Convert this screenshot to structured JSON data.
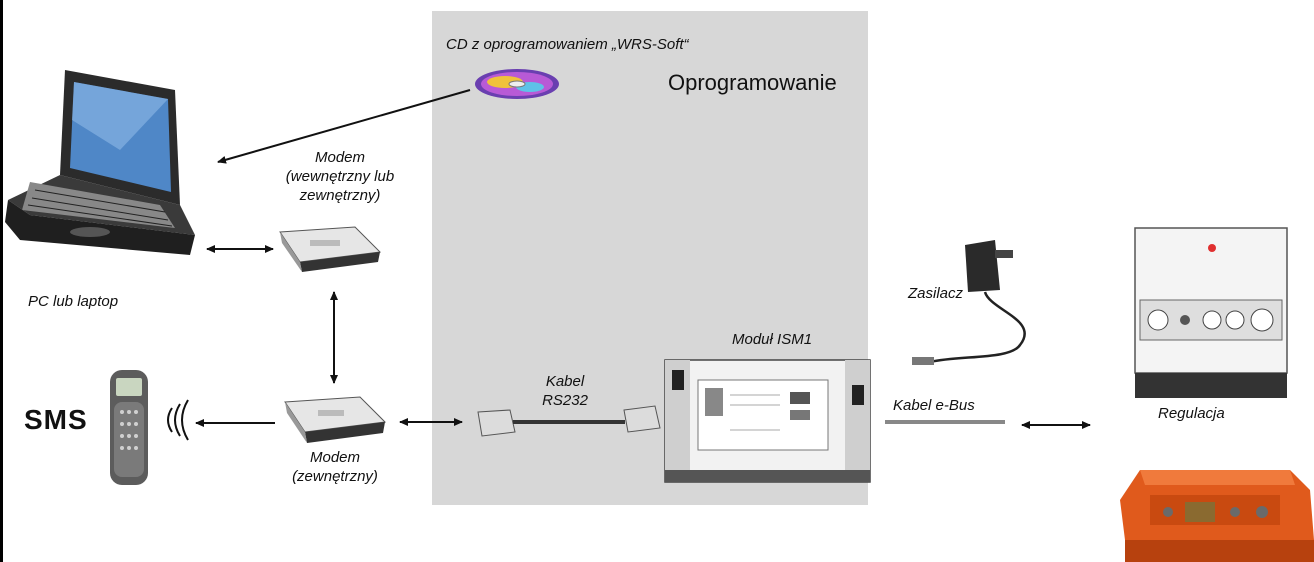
{
  "title": "Oprogramowanie",
  "labels": {
    "cd": "CD z oprogramowaniem „WRS-Soft“",
    "modem_internal": [
      "Modem",
      "(wewnętrzny lub",
      "zewnętrzny)"
    ],
    "pc": "PC lub laptop",
    "sms": "SMS",
    "modem_external": [
      "Modem",
      "(zewnętrzny)"
    ],
    "cable_rs232": [
      "Kabel",
      "RS232"
    ],
    "module": "Moduł ISM1",
    "power": "Zasilacz",
    "cable_ebus": "Kabel e-Bus",
    "controller": "Regulacja"
  },
  "colors": {
    "panel": "#d7d7d7",
    "device_bg": "#ffffff",
    "accent_red": "#e05a1c",
    "laptop_screen": "#4f87c7"
  }
}
